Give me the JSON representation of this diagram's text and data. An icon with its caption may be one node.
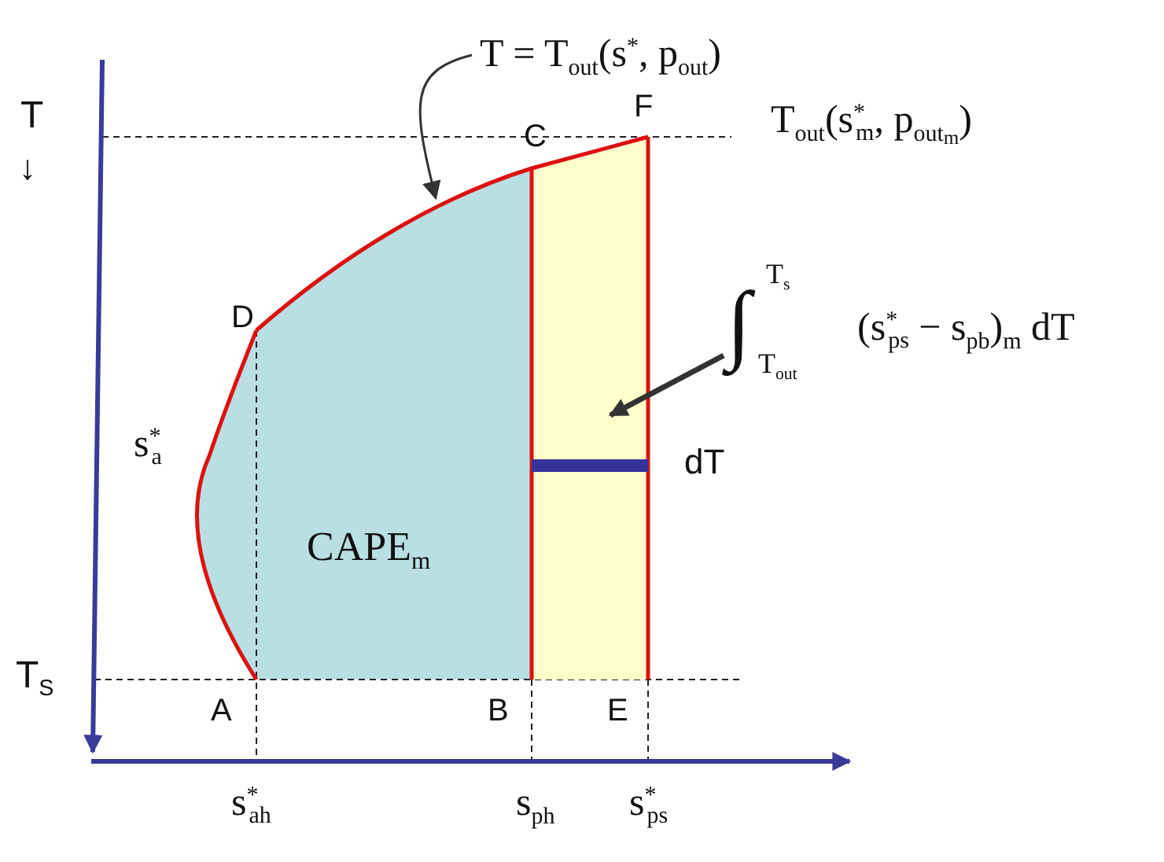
{
  "diagram": {
    "nodes": [
      {
        "text": [
          "T = T$_{out}$(s$^{*}$, p$_{out}$)"
        ]
      },
      {
        "text": [],
        "shape": "curve"
      },
      {
        "text": [
          "∫",
          "T$_{s}$",
          "T$_{out}$",
          "(s$^{*}$$_{ps}$ − s$_{pb}$)$_{m}$ dT"
        ]
      },
      {
        "text": [],
        "shape": "box"
      }
    ],
    "edges": [
      {
        "from": 0,
        "to": 1,
        "arrow": "to"
      },
      {
        "from": 2,
        "to": 3,
        "arrow": "to",
        "style": "thick"
      }
    ],
    "labels": [
      "T",
      "↓",
      "C",
      "F",
      "T$_{out}$(s$^{*}$$_{m}$, p$_{out}$$_{m}$)",
      "D",
      "s$^{*}$$_{a}$",
      "CAPE$_{m}$",
      "dT",
      "T$_{S}$",
      "A",
      "B",
      "E",
      "s$^{*}$$_{ah}$",
      "s$_{ph}$",
      "s$^{*}$$_{ps}$"
    ]
  }
}
